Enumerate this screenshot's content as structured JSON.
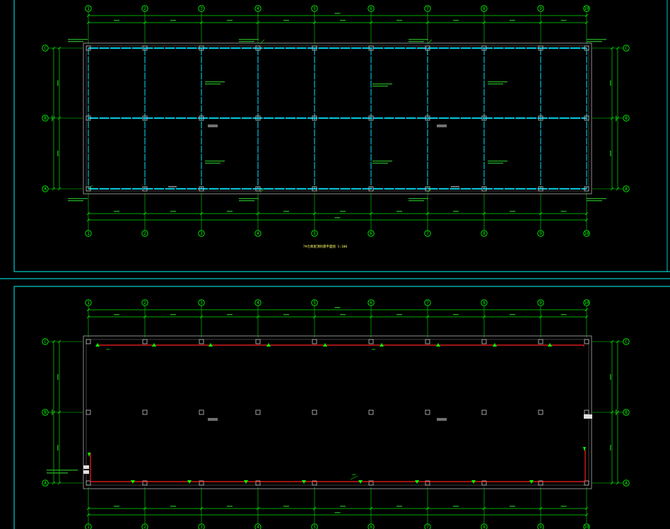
{
  "drawing": {
    "colors": {
      "frame": "#00c8c8",
      "grid": "#00e000",
      "text": "#00ff00",
      "cyan_beam": "#00e5ff",
      "red_line": "#ff2020",
      "marker": "#00ff00",
      "wall": "#b0b0b0",
      "column": "#c8c8c8",
      "background": "#000000"
    },
    "axis_labels_x": [
      "1",
      "2",
      "3",
      "4",
      "5",
      "6",
      "7",
      "8",
      "9",
      "10"
    ],
    "axis_labels_y": [
      "C",
      "B",
      "A"
    ],
    "plan_top": {
      "title": "7#仓库屋顶防雷平面图 1:100"
    },
    "plan_bottom": {
      "labels": [
        {
          "text": "1#3"
        },
        {
          "text": "3#1"
        },
        {
          "text": "1#2"
        }
      ]
    }
  }
}
